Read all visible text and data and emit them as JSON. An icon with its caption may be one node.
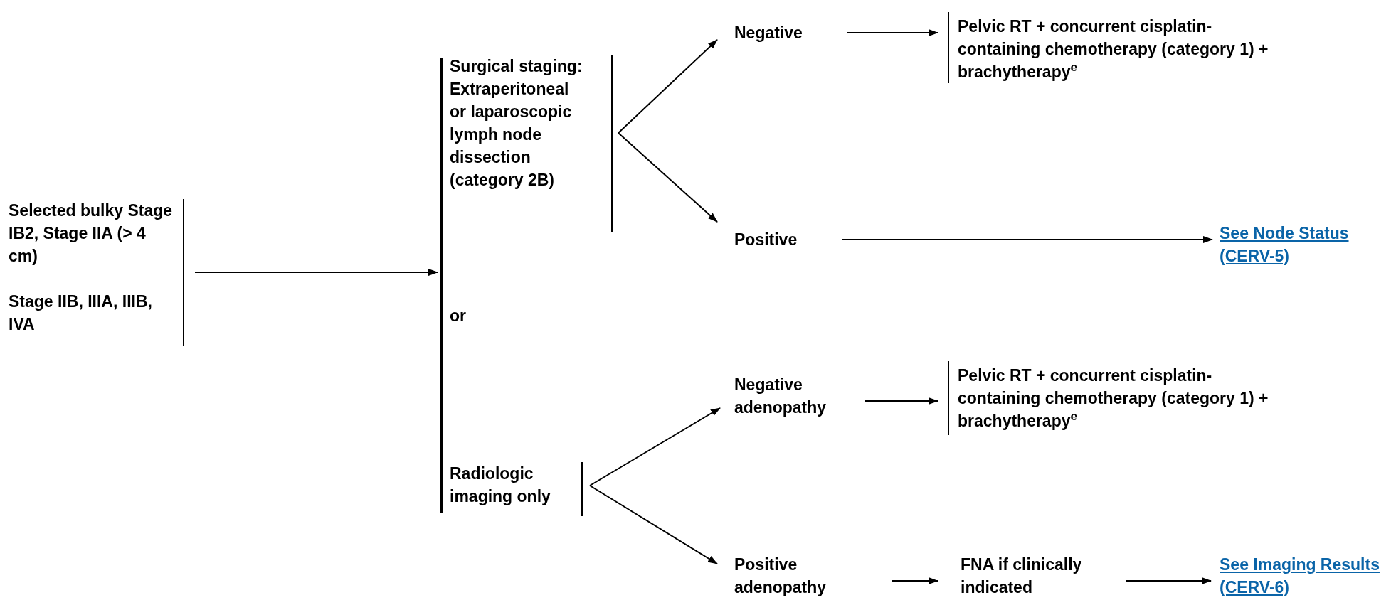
{
  "diagram": {
    "nodes": [
      {
        "text": [
          "Selected bulky Stage IB2, Stage IIA (> 4 cm)",
          "Stage IIB, IIIA, IIIB, IVA"
        ]
      },
      {
        "text": [],
        "shape": "bar"
      },
      {
        "text": [
          "Surgical staging: Extraperitoneal or laparoscopic lymph node dissection (category 2B)"
        ]
      },
      {
        "text": [
          "Negative"
        ]
      },
      {
        "text": [
          "Pelvic RT + concurrent cisplatin-containing chemotherapy (category 1) + brachytherapy$^{e}$"
        ]
      },
      {
        "text": [
          "Positive"
        ]
      },
      {
        "text": [
          "See Node Status (CERV-5)"
        ]
      },
      {
        "text": [
          "Radiologic imaging only"
        ]
      },
      {
        "text": [
          "Negative adenopathy"
        ]
      },
      {
        "text": [
          "Pelvic RT + concurrent cisplatin-containing chemotherapy (category 1) + brachytherapy$^{e}$"
        ]
      },
      {
        "text": [
          "Positive adenopathy"
        ]
      },
      {
        "text": [
          "FNA if clinically indicated"
        ]
      },
      {
        "text": [
          "See Imaging Results (CERV-6)"
        ]
      }
    ],
    "edges": [
      {
        "from": 0,
        "to": 1,
        "arrow": "to"
      },
      {
        "from": 2,
        "to": 3,
        "arrow": "to"
      },
      {
        "from": 2,
        "to": 5,
        "arrow": "to"
      },
      {
        "from": 3,
        "to": 4,
        "arrow": "to"
      },
      {
        "from": 5,
        "to": 6,
        "arrow": "to"
      },
      {
        "from": 7,
        "to": 8,
        "arrow": "to"
      },
      {
        "from": 7,
        "to": 10,
        "arrow": "to"
      },
      {
        "from": 8,
        "to": 9,
        "arrow": "to"
      },
      {
        "from": 10,
        "to": 11,
        "arrow": "to"
      },
      {
        "from": 11,
        "to": 12,
        "arrow": "to"
      }
    ],
    "labels": [
      "or"
    ]
  }
}
